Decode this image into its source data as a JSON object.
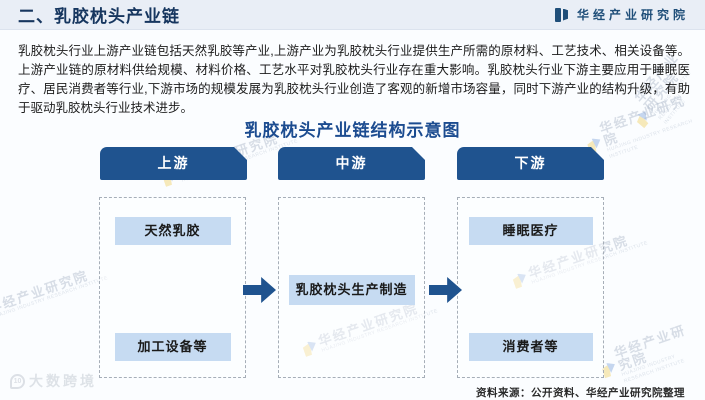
{
  "header": {
    "title": "二、乳胶枕头产业链",
    "brand": "华经产业研究院"
  },
  "intro": "乳胶枕头行业上游产业链包括天然乳胶等产业,上游产业为乳胶枕头行业提供生产所需的原材料、工艺技术、相关设备等。上游产业链的原材料供给规模、材料价格、工艺水平对乳胶枕头行业存在重大影响。乳胶枕头行业下游主要应用于睡眠医疗、居民消费者等行业,下游市场的规模发展为乳胶枕头行业创造了客观的新增市场容量，同时下游产业的结构升级，有助于驱动乳胶枕头行业技术进步。",
  "diagram": {
    "title": "乳胶枕头产业链结构示意图",
    "columns": [
      {
        "header": "上游",
        "items": [
          "天然乳胶",
          "加工设备等"
        ]
      },
      {
        "header": "中游",
        "items": [
          "乳胶枕头生产制造"
        ]
      },
      {
        "header": "下游",
        "items": [
          "睡眠医疗",
          "消费者等"
        ]
      }
    ]
  },
  "source": "资料来源：公开资料、华经产业研究院整理",
  "watermark": {
    "brand": "华经产业研究院",
    "subtext": "HUAJING INDUSTRY RESEARCH INSTITUTE",
    "corner": "大数跨境",
    "corner_icon": "10"
  },
  "colors": {
    "navy": "#1F538F",
    "title_navy": "#16365F",
    "diagram_title_navy": "#1C4C90",
    "node_blue": "#C6DBF2",
    "band_bg": "#E9EEF6",
    "dash_gray": "#A6AEB8"
  }
}
